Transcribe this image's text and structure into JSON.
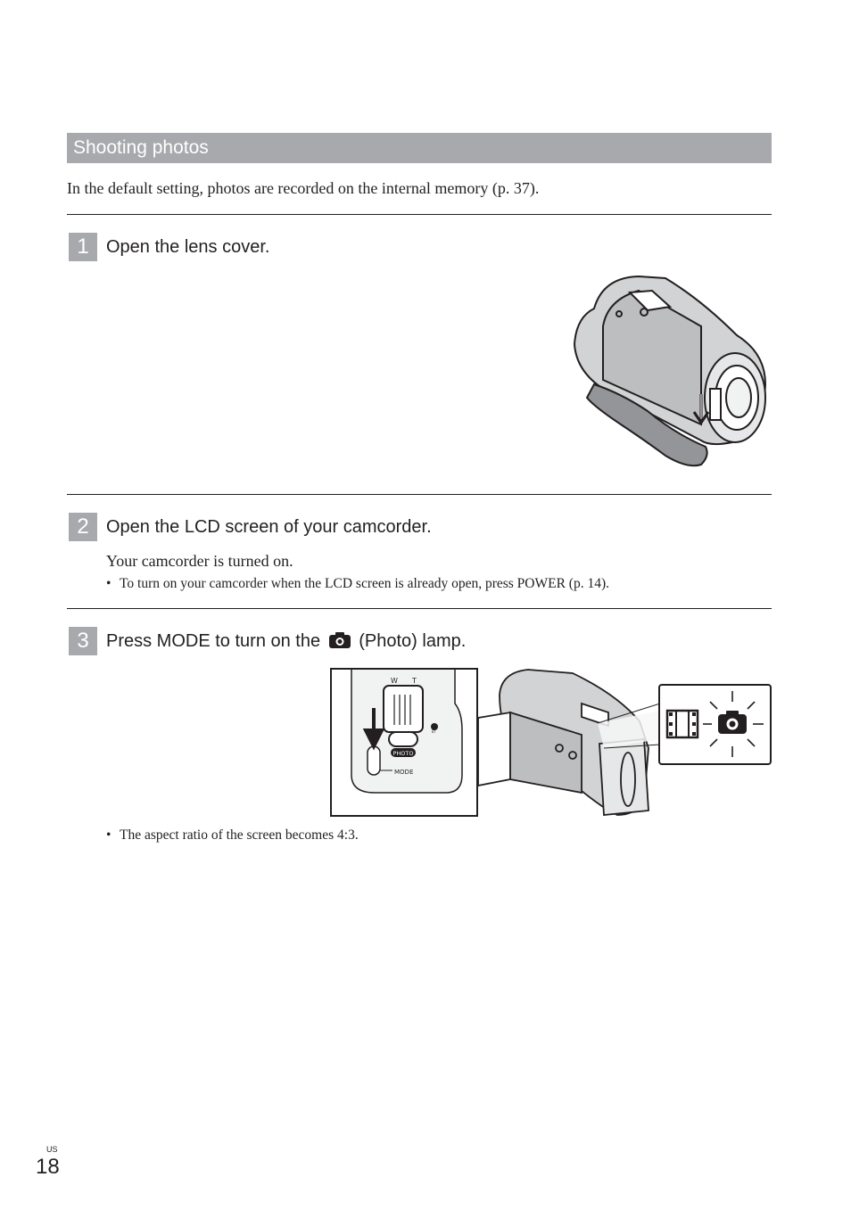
{
  "section": {
    "title": "Shooting photos"
  },
  "intro": "In the default setting, photos are recorded on the internal memory (p. 37).",
  "steps": [
    {
      "number": "1",
      "title": "Open the lens cover."
    },
    {
      "number": "2",
      "title": "Open the LCD screen of your camcorder.",
      "body": "Your camcorder is turned on.",
      "bullet": "To turn on your camcorder when the LCD screen is already open, press POWER (p. 14)."
    },
    {
      "number": "3",
      "title_before": "Press MODE to turn on the",
      "icon": "camera-icon",
      "title_after": "(Photo) lamp.",
      "bullet": "The aspect ratio of the screen becomes 4:3."
    }
  ],
  "illustration_labels": {
    "w": "W",
    "t": "T",
    "photo": "PHOTO",
    "mode": "MODE",
    "chg": "CHG"
  },
  "footer": {
    "region": "US",
    "page": "18"
  },
  "colors": {
    "section_bar": "#a7a9ac",
    "text": "#231f20"
  }
}
